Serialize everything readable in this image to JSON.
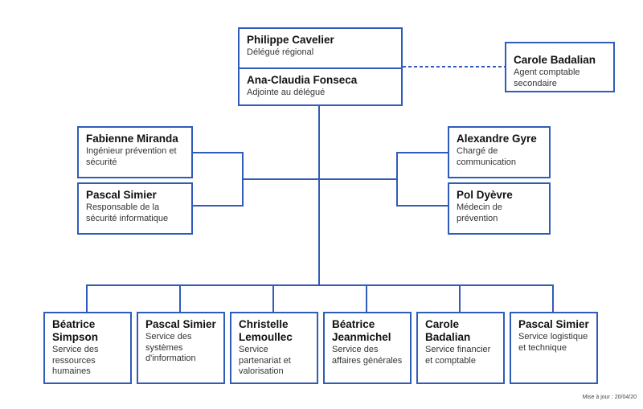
{
  "head": {
    "person1": {
      "name": "Philippe Cavelier",
      "role": "Délégué régional"
    },
    "person2": {
      "name": "Ana-Claudia Fonseca",
      "role": "Adjointe au délégué"
    }
  },
  "associate": {
    "name": "Carole Badalian",
    "role": "Agent comptable secondaire"
  },
  "left_staff": [
    {
      "name": "Fabienne Miranda",
      "role": "Ingénieur prévention et sécurité"
    },
    {
      "name": "Pascal Simier",
      "role": "Responsable de la sécurité informatique"
    }
  ],
  "right_staff": [
    {
      "name": "Alexandre Gyre",
      "role": "Chargé de communication"
    },
    {
      "name": "Pol Dyèvre",
      "role": "Médecin de prévention"
    }
  ],
  "services": [
    {
      "name": "Béatrice Simpson",
      "role": "Service des ressources humaines"
    },
    {
      "name": "Pascal Simier",
      "role": "Service des systèmes d'information"
    },
    {
      "name": "Christelle Lemoullec",
      "role": "Service partenariat et valorisation"
    },
    {
      "name": "Béatrice Jeanmichel",
      "role": "Service des affaires générales"
    },
    {
      "name": "Carole Badalian",
      "role": "Service financier et comptable"
    },
    {
      "name": "Pascal Simier",
      "role": "Service logistique et technique"
    }
  ],
  "footer": {
    "update": "Mise à jour : 20/04/20"
  },
  "colors": {
    "line": "#2f5cb8"
  }
}
